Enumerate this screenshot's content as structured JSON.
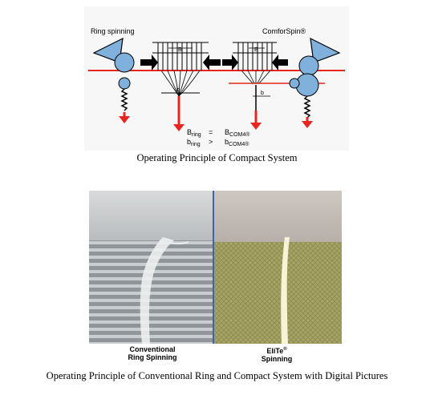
{
  "diagram": {
    "left_label": "Ring spinning",
    "right_label": "ComforSpin®",
    "dim_upper": "B",
    "dim_lower": "b",
    "formula": {
      "row1_left": "B",
      "row1_left_sub": "ring",
      "row1_op": "=",
      "row1_right": "B",
      "row1_right_sub": "COM4®",
      "row2_left": "b",
      "row2_left_sub": "ring",
      "row2_op": ">",
      "row2_right": "b",
      "row2_right_sub": "COM4®"
    },
    "colors": {
      "roller": "#7fb1dc",
      "red_line": "#e8261f",
      "arrow": "#000000"
    }
  },
  "captions": {
    "top": "Operating Principle of Compact System",
    "bottom": "Operating Principle of Conventional Ring and Compact System with Digital Pictures"
  },
  "photos": {
    "left_label_line1": "Conventional",
    "left_label_line2": "Ring Spinning",
    "right_label_line1": "EliTe",
    "right_label_sup": "®",
    "right_label_line2": "Spinning",
    "divider_color": "#3f63a6"
  }
}
